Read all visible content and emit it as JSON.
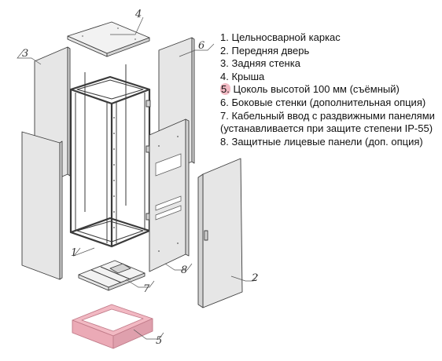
{
  "colors": {
    "panel_fill": "#e6e6e6",
    "outline": "#3c3c3c",
    "highlight": "#f2b9c3"
  },
  "callouts": [
    "1",
    "2",
    "3",
    "4",
    "5",
    "6",
    "7",
    "8"
  ],
  "legend": [
    {
      "num": "1.",
      "text": "Цельносварной каркас",
      "highlighted": false
    },
    {
      "num": "2.",
      "text": "Передняя дверь",
      "highlighted": false
    },
    {
      "num": "3.",
      "text": "Задняя стенка",
      "highlighted": false
    },
    {
      "num": "4.",
      "text": "Крыша",
      "highlighted": false
    },
    {
      "num": "5.",
      "text": "Цоколь высотой 100 мм (съёмный)",
      "highlighted": true
    },
    {
      "num": "6.",
      "text": "Боковые стенки (дополнительная опция)",
      "highlighted": false
    },
    {
      "num": "7.",
      "text": "Кабельный ввод с раздвижными панелями",
      "highlighted": false
    },
    {
      "num": "",
      "text": "(устанавливается при защите степени IP-55)",
      "highlighted": false
    },
    {
      "num": "8.",
      "text": "Защитные лицевые панели (доп. опция)",
      "highlighted": false
    }
  ]
}
